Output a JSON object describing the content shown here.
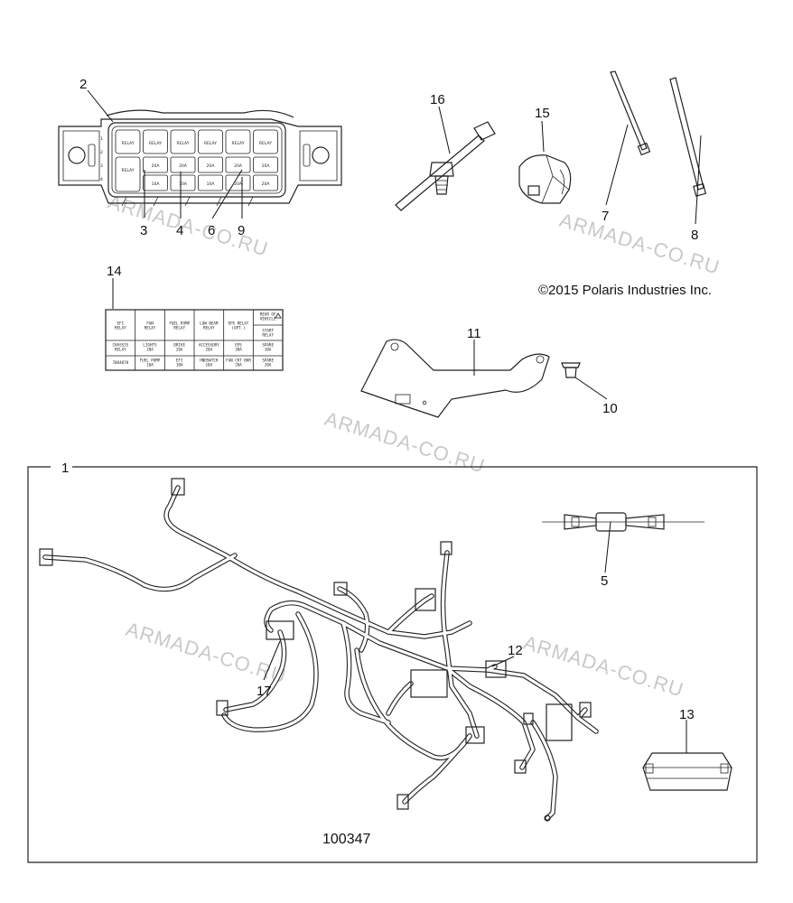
{
  "copyright": "©2015 Polaris Industries Inc.",
  "diagram_id": "100347",
  "watermark": "ARMADA-CO.RU",
  "callouts": {
    "c1": "1",
    "c2": "2",
    "c3": "3",
    "c4": "4",
    "c5": "5",
    "c6": "6",
    "c7": "7",
    "c8": "8",
    "c9": "9",
    "c10": "10",
    "c11": "11",
    "c12": "12",
    "c13": "13",
    "c14": "14",
    "c15": "15",
    "c16": "16",
    "c17": "17"
  },
  "fuse_box": {
    "relay_label": "RELAY",
    "row2": [
      "20A",
      "20A",
      "20A",
      "20A",
      "10A"
    ],
    "row3": [
      "10A",
      "10A",
      "10A",
      "20A",
      "20A"
    ],
    "side_left": [
      "1",
      "2",
      "3",
      "4"
    ]
  },
  "decal": {
    "row1": [
      "EFI RELAY",
      "FAN RELAY",
      "FUEL PUMP RELAY",
      "LOW BEAM RELAY",
      "EPS RELAY (OPT.)",
      "REAR OF VEHICLE"
    ],
    "row2_last": "START RELAY",
    "row3": [
      "CHASSIS RELAY",
      "LIGHTS 20A",
      "DRIVE 20A",
      "ACCESSORY 20A",
      "EPS 30A",
      "SPARE 10A"
    ],
    "row4": [
      "7084070",
      "FUEL PUMP 10A",
      "EFI 10A",
      "HNDSWTCH 10A",
      "FAN CKT BKR 20A",
      "SPARE 20A"
    ]
  }
}
